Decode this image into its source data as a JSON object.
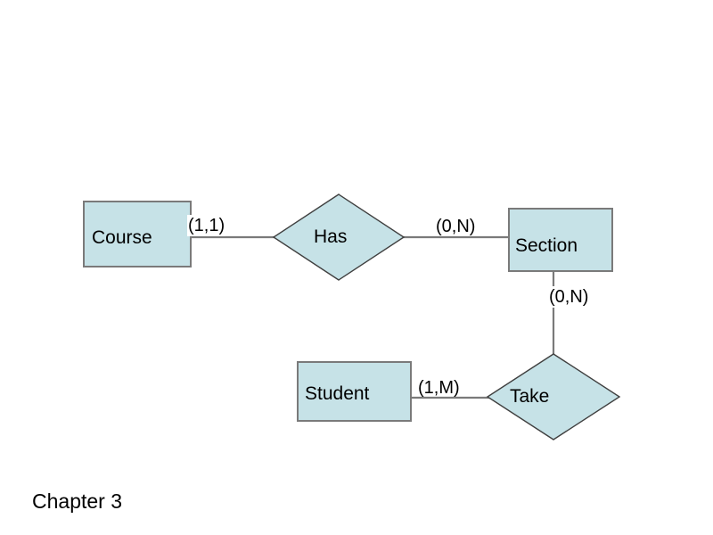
{
  "diagram": {
    "title": "Chapter 3",
    "entities": [
      {
        "id": "course",
        "label": "Course"
      },
      {
        "id": "section",
        "label": "Section"
      },
      {
        "id": "student",
        "label": "Student"
      }
    ],
    "relationships": [
      {
        "id": "has",
        "label": "Has"
      },
      {
        "id": "take",
        "label": "Take"
      }
    ],
    "cardinalities": [
      {
        "id": "course-has",
        "label": "(1,1)"
      },
      {
        "id": "has-section",
        "label": "(0,N)"
      },
      {
        "id": "section-take",
        "label": "(0,N)"
      },
      {
        "id": "student-take",
        "label": "(1,M)"
      }
    ],
    "colors": {
      "background": "#ffffff",
      "shape_fill": "#c6e2e7",
      "shape_border": "#7a7a7a",
      "diamond_border": "#404040",
      "connector": "#7a7a7a",
      "text": "#000000"
    }
  }
}
